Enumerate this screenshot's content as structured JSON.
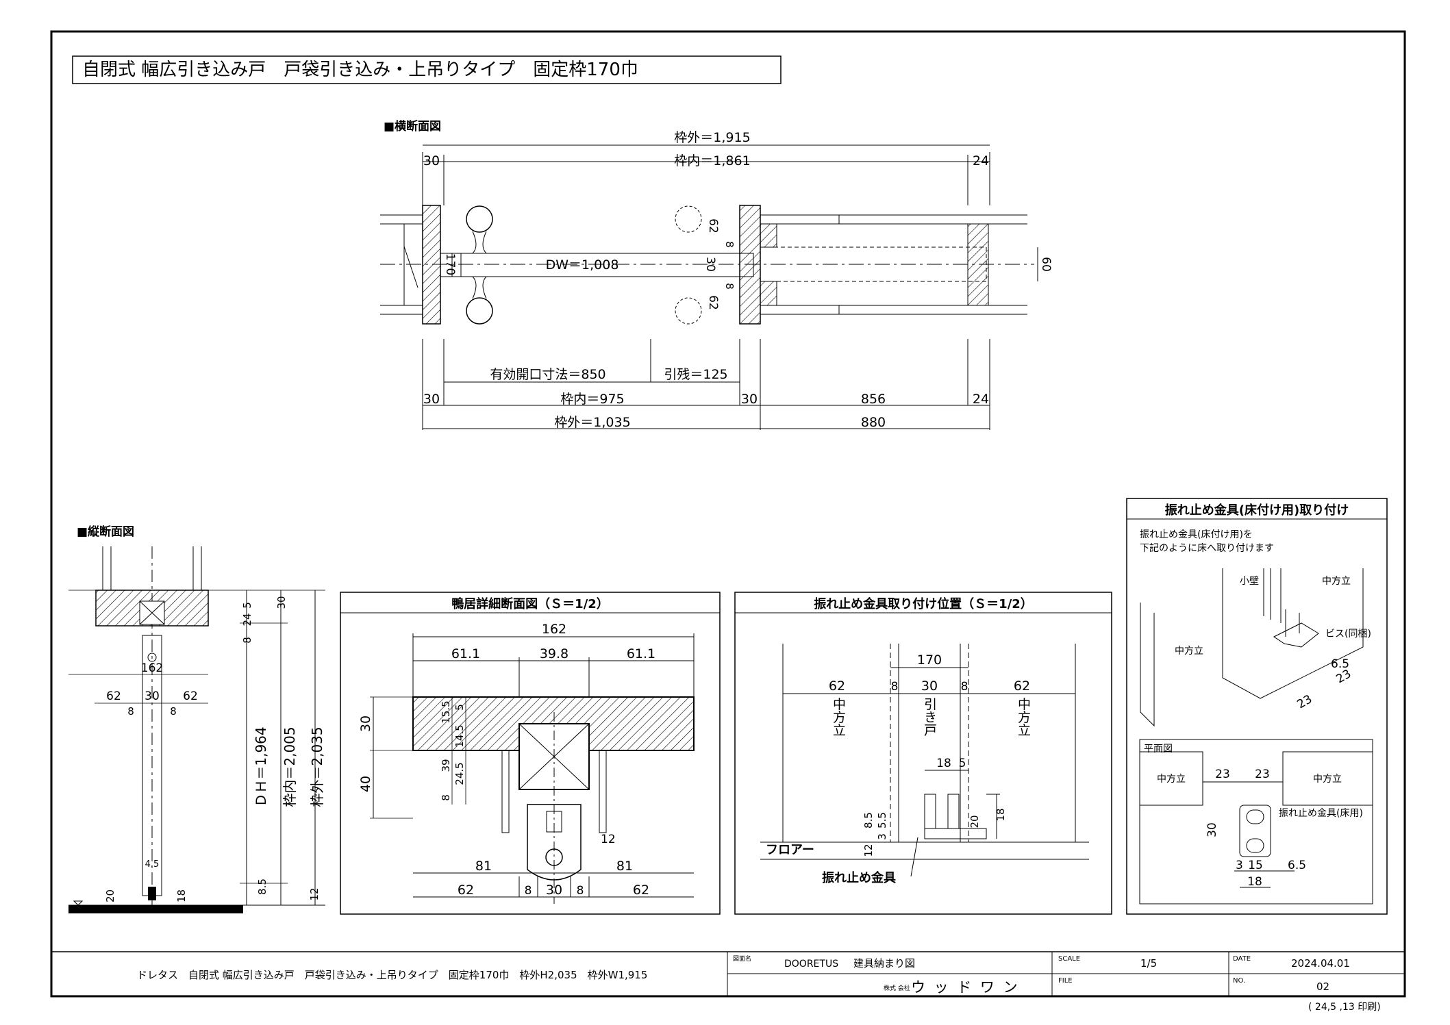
{
  "title": "自閉式 幅広引き込み戸　戸袋引き込み・上吊りタイプ　固定枠170巾",
  "plan": {
    "heading": "■横断面図",
    "top_dims": {
      "outer": "枠外＝1,915",
      "inner": "枠内＝1,861",
      "left": "30",
      "right": "24"
    },
    "inner_labels": {
      "dw": "DW＝1,008",
      "t170": "170",
      "t30": "30",
      "t62a": "62",
      "t62b": "62",
      "t8a": "8",
      "t8b": "8",
      "t60": "60"
    },
    "bottom_dims": {
      "opening": "有効開口寸法＝850",
      "pull": "引残＝125",
      "d30a": "30",
      "inner975": "枠内＝975",
      "d30b": "30",
      "d856": "856",
      "d24": "24",
      "outer1035": "枠外＝1,035",
      "d880": "880"
    }
  },
  "section": {
    "heading": "■縦断面図",
    "labels": {
      "w162": "162",
      "w62a": "62",
      "w30": "30",
      "w62b": "62",
      "w8a": "8",
      "w8b": "8",
      "r5": "5",
      "r24": "24",
      "r8": "8",
      "r30": "30",
      "dh": "ＤＨ＝1,964",
      "inner": "枠内＝2,005",
      "outer": "枠外＝2,035",
      "b85": "8.5",
      "b12": "12",
      "b20": "20",
      "b18": "18",
      "b45": "4.5"
    }
  },
  "kamoi": {
    "title": "鴨居詳細断面図（Ｓ＝1/2）",
    "labels": {
      "d162": "162",
      "d611a": "61.1",
      "d398": "39.8",
      "d611b": "61.1",
      "v30": "30",
      "v40": "40",
      "v155": "15.5",
      "v5": "5",
      "v145": "14.5",
      "v39": "39",
      "v245": "24.5",
      "v8": "8",
      "v12": "12",
      "d81a": "81",
      "d81b": "81",
      "b62a": "62",
      "b8a": "8",
      "b30": "30",
      "b8b": "8",
      "b62b": "62"
    }
  },
  "position": {
    "title": "振れ止め金具取り付け位置（Ｓ＝1/2）",
    "labels": {
      "d170": "170",
      "d62a": "62",
      "d8a": "8",
      "d30": "30",
      "d8b": "8",
      "d62b": "62",
      "col_left": "中方立",
      "door": "引き戸",
      "col_right": "中方立",
      "d18": "18",
      "d5": "5",
      "h85": "8.5",
      "h55": "5.5",
      "h3": "3",
      "h12": "12",
      "h20": "20",
      "h18": "18",
      "floor": "フロアー",
      "hardware": "振れ止め金具"
    }
  },
  "install": {
    "title": "振れ止め金具(床付け用)取り付け",
    "note1": "振れ止め金具(床付け用)を",
    "note2": "下記のように床へ取り付けます",
    "labels": {
      "small_wall": "小壁",
      "col_a": "中方立",
      "col_b": "中方立",
      "screw": "ビス(同梱)",
      "d65": "6.5",
      "d23a": "23",
      "d23b": "23"
    },
    "plan": {
      "title": "平面図",
      "col_left": "中方立",
      "col_right": "中方立",
      "d23a": "23",
      "d23b": "23",
      "hw": "振れ止め金具(床用)",
      "d30": "30",
      "d3": "3",
      "d15": "15",
      "d65": "6.5",
      "d18": "18"
    }
  },
  "titleblock": {
    "product": "ドレタス　自閉式 幅広引き込み戸　戸袋引き込み・上吊りタイプ　固定枠170巾　枠外H2,035　枠外W1,915",
    "name_label": "図面名",
    "brand": "DOORETUS",
    "drawing": "建具納まり図",
    "company_prefix": "株式\n会社",
    "company": "ウ ッ ド ワ ン",
    "scale_label": "SCALE",
    "scale": "1/5",
    "file_label": "FILE",
    "date_label": "DATE",
    "date": "2024.04.01",
    "no_label": "NO.",
    "no": "02",
    "printed": "( 24,5 ,13 印刷)"
  }
}
